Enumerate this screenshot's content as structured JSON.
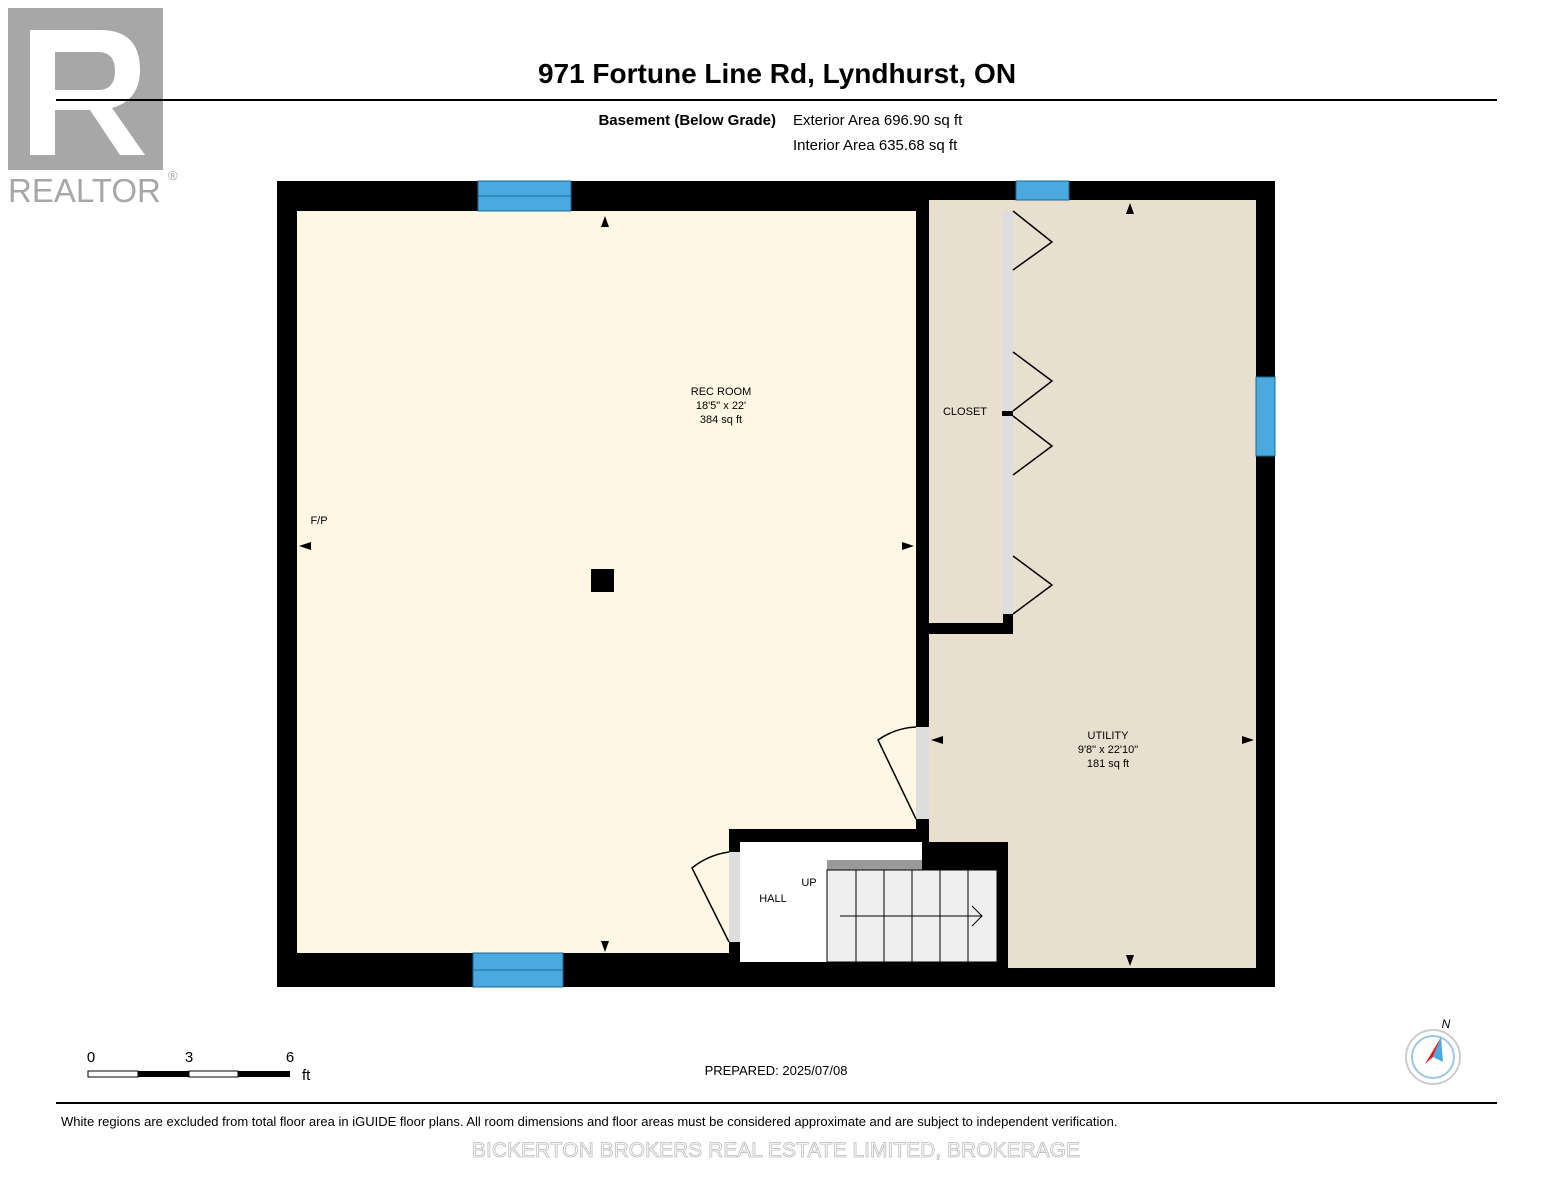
{
  "logo": {
    "text": "REALTOR",
    "mark": "R"
  },
  "header": {
    "title": "971 Fortune Line Rd, Lyndhurst, ON",
    "floor": "Basement (Below Grade)",
    "exterior_area": "Exterior Area 696.90 sq ft",
    "interior_area": "Interior Area 635.68 sq ft"
  },
  "rooms": {
    "rec_room": {
      "name": "REC ROOM",
      "dims": "18'5\" x 22'",
      "area": "384 sq ft"
    },
    "utility": {
      "name": "UTILITY",
      "dims": "9'8\" x 22'10\"",
      "area": "181 sq ft"
    },
    "closet": {
      "name": "CLOSET"
    },
    "hall": {
      "name": "HALL"
    },
    "stairs": {
      "label": "UP"
    },
    "fireplace": {
      "label": "F/P"
    }
  },
  "scale": {
    "ticks": [
      "0",
      "3",
      "6"
    ],
    "unit": "ft"
  },
  "prepared": "PREPARED: 2025/07/08",
  "compass": {
    "label": "N"
  },
  "footer": {
    "disclaimer": "White regions are excluded from total floor area in iGUIDE floor plans. All room dimensions and floor areas must be considered approximate and are subject to independent verification.",
    "brokerage": "BICKERTON BROKERS REAL ESTATE LIMITED, BROKERAGE"
  },
  "colors": {
    "wall": "#000000",
    "rec_fill": "#fdf7e3",
    "utility_fill": "#e8dfcf",
    "window": "#4aa9de"
  }
}
